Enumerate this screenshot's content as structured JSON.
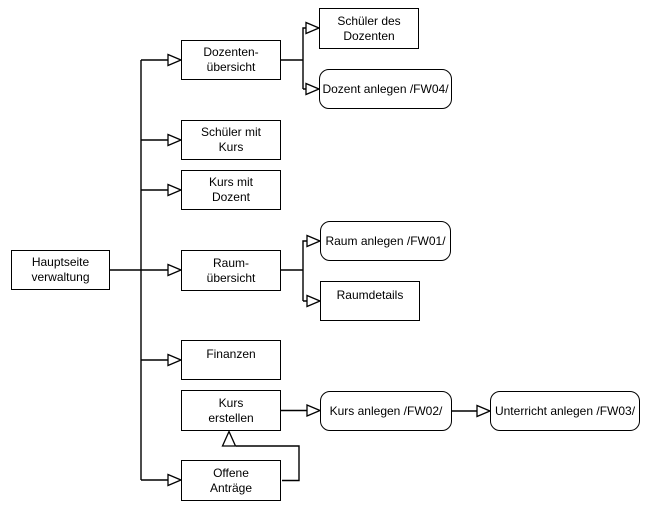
{
  "diagram": {
    "background_color": "#ffffff",
    "stroke_color": "#000000",
    "node_fill_color": "#ffffff",
    "text_color": "#000000",
    "nodes": {
      "hauptseite": {
        "label": "Hauptseite\nverwaltung",
        "shape": "rect"
      },
      "dozentenuebersicht": {
        "label": "Dozenten-\nübersicht",
        "shape": "rect"
      },
      "schueler_des_dozenten": {
        "label": "Schüler des\nDozenten",
        "shape": "rect"
      },
      "dozent_anlegen": {
        "label": "Dozent anlegen /FW04/",
        "shape": "rounded"
      },
      "schueler_mit_kurs": {
        "label": "Schüler mit\nKurs",
        "shape": "rect"
      },
      "kurs_mit_dozent": {
        "label": "Kurs mit\nDozent",
        "shape": "rect"
      },
      "raumuebersicht": {
        "label": "Raum-\nübersicht",
        "shape": "rect"
      },
      "raum_anlegen": {
        "label": "Raum anlegen /FW01/",
        "shape": "rounded"
      },
      "raumdetails": {
        "label": "Raumdetails",
        "shape": "rect"
      },
      "finanzen": {
        "label": "Finanzen",
        "shape": "rect"
      },
      "kurs_erstellen": {
        "label": "Kurs\nerstellen",
        "shape": "rect"
      },
      "kurs_anlegen": {
        "label": "Kurs anlegen /FW02/",
        "shape": "rounded"
      },
      "unterricht_anlegen": {
        "label": "Unterricht anlegen /FW03/",
        "shape": "rounded"
      },
      "offene_antraege": {
        "label": "Offene\nAnträge",
        "shape": "rect"
      }
    },
    "edges": [
      {
        "from": "hauptseite",
        "to": "dozentenuebersicht",
        "arrow": "open-triangle"
      },
      {
        "from": "hauptseite",
        "to": "schueler_mit_kurs",
        "arrow": "open-triangle"
      },
      {
        "from": "hauptseite",
        "to": "kurs_mit_dozent",
        "arrow": "open-triangle"
      },
      {
        "from": "hauptseite",
        "to": "raumuebersicht",
        "arrow": "open-triangle"
      },
      {
        "from": "hauptseite",
        "to": "finanzen",
        "arrow": "open-triangle"
      },
      {
        "from": "hauptseite",
        "to": "offene_antraege",
        "arrow": "open-triangle"
      },
      {
        "from": "dozentenuebersicht",
        "to": "schueler_des_dozenten",
        "arrow": "open-triangle"
      },
      {
        "from": "dozentenuebersicht",
        "to": "dozent_anlegen",
        "arrow": "open-triangle"
      },
      {
        "from": "raumuebersicht",
        "to": "raum_anlegen",
        "arrow": "open-triangle"
      },
      {
        "from": "raumuebersicht",
        "to": "raumdetails",
        "arrow": "open-triangle"
      },
      {
        "from": "kurs_erstellen",
        "to": "kurs_anlegen",
        "arrow": "open-triangle"
      },
      {
        "from": "kurs_anlegen",
        "to": "unterricht_anlegen",
        "arrow": "open-triangle"
      },
      {
        "from": "offene_antraege",
        "to": "kurs_erstellen",
        "arrow": "open-triangle"
      }
    ]
  }
}
